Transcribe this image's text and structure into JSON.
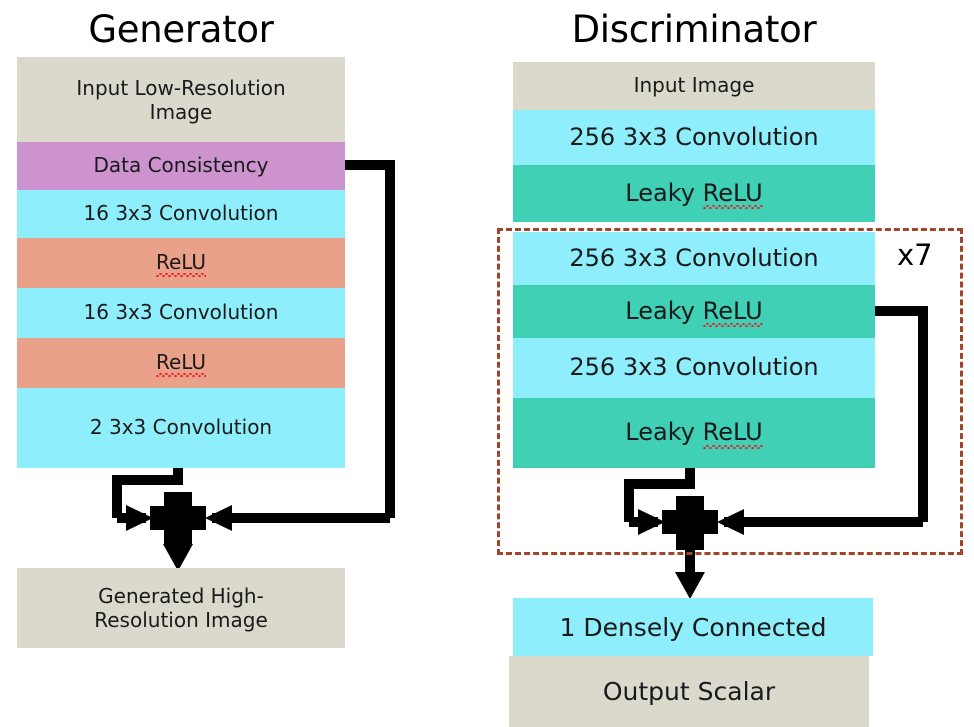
{
  "diagram": {
    "title_generator": "Generator",
    "title_discriminator": "Discriminator",
    "repeat_label": "x7",
    "colors": {
      "beige": "#dbd9cc",
      "purple": "#cc93ce",
      "cyan": "#8feefb",
      "salmon": "#e9a289",
      "teal": "#3fd0b5",
      "wire": "#000000",
      "dashed_border": "#a0442a",
      "spellcheck_underline": "#e8202a",
      "background": "#ffffff"
    }
  },
  "generator": {
    "title": "Generator",
    "blocks": [
      {
        "label": "Input Low-Resolution Image",
        "line1": "Input Low-Resolution",
        "line2": "Image",
        "color": "beige",
        "type": "io"
      },
      {
        "label": "Data Consistency",
        "color": "purple",
        "type": "op"
      },
      {
        "label": "16 3x3 Convolution",
        "color": "cyan",
        "type": "conv"
      },
      {
        "label": "ReLU",
        "color": "salmon",
        "type": "activation",
        "spellcheck": true
      },
      {
        "label": "16 3x3 Convolution",
        "color": "cyan",
        "type": "conv"
      },
      {
        "label": "ReLU",
        "color": "salmon",
        "type": "activation",
        "spellcheck": true
      },
      {
        "label": "2 3x3 Convolution",
        "color": "cyan",
        "type": "conv"
      }
    ],
    "output": {
      "label": "Generated High-Resolution Image",
      "line1": "Generated High-",
      "line2": "Resolution Image",
      "color": "beige",
      "type": "io"
    },
    "merge": {
      "symbol": "plus",
      "inputs": 2,
      "outputs": 1
    }
  },
  "discriminator": {
    "title": "Discriminator",
    "head_blocks": [
      {
        "label": "Input Image",
        "color": "beige",
        "type": "io"
      },
      {
        "label": "256 3x3 Convolution",
        "color": "cyan",
        "type": "conv"
      },
      {
        "label": "Leaky ReLU",
        "color": "teal",
        "type": "activation",
        "spellcheck": true
      }
    ],
    "repeated_group": {
      "repeat_label": "x7",
      "blocks": [
        {
          "label": "256 3x3 Convolution",
          "color": "cyan",
          "type": "conv"
        },
        {
          "label": "Leaky ReLU",
          "color": "teal",
          "type": "activation",
          "spellcheck": true
        },
        {
          "label": "256 3x3 Convolution",
          "color": "cyan",
          "type": "conv"
        },
        {
          "label": "Leaky ReLU",
          "color": "teal",
          "type": "activation",
          "spellcheck": true
        }
      ],
      "merge": {
        "symbol": "plus",
        "inputs": 2,
        "outputs": 1
      }
    },
    "tail_blocks": [
      {
        "label": "1 Densely Connected",
        "color": "cyan",
        "type": "dense"
      },
      {
        "label": "Output Scalar",
        "color": "beige",
        "type": "io"
      }
    ]
  }
}
